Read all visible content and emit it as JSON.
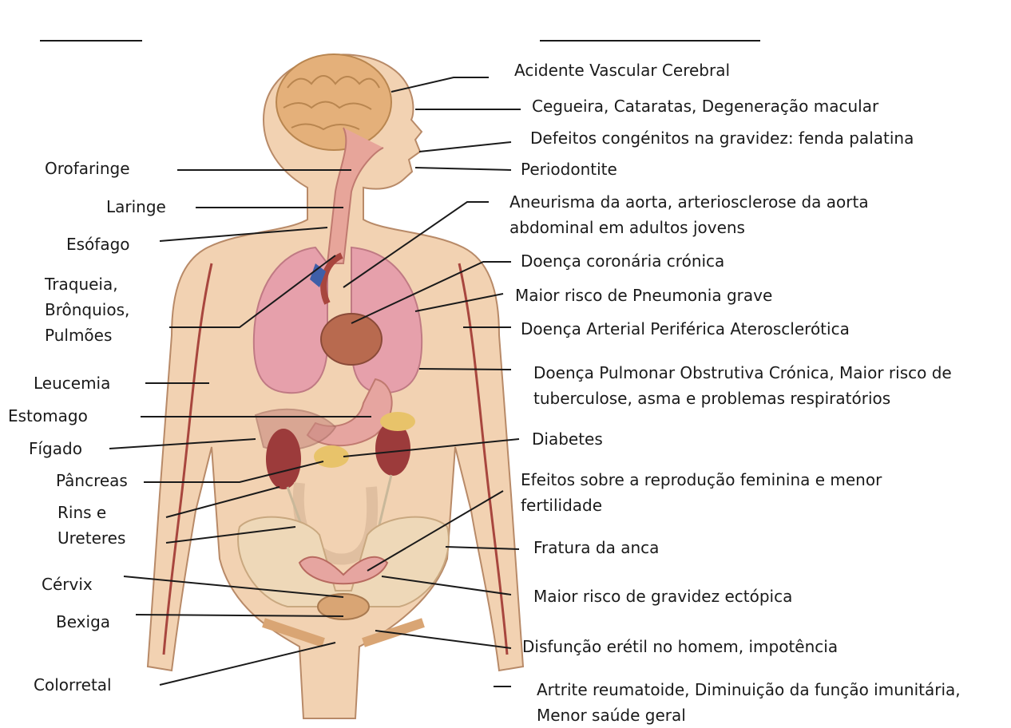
{
  "colors": {
    "skin": "#f2d2b2",
    "skin_edge": "#b88a68",
    "lung": "#e6a0ab",
    "heart": "#b86a4f",
    "kidney": "#9c3b3b",
    "vessel": "#a8463e",
    "bone": "#eed8b8",
    "leader_line": "#1a1a1a"
  },
  "left_labels": [
    {
      "id": "orofaringe",
      "text": "Orofaringe"
    },
    {
      "id": "laringe",
      "text": "Laringe"
    },
    {
      "id": "esofago",
      "text": "Esófago"
    },
    {
      "id": "traqueia",
      "lines": [
        "Traqueia,",
        "Brônquios,",
        "Pulmões"
      ]
    },
    {
      "id": "leucemia",
      "text": "Leucemia"
    },
    {
      "id": "estomago",
      "text": "Estomago"
    },
    {
      "id": "figado",
      "text": "Fígado"
    },
    {
      "id": "pancreas",
      "text": "Pâncreas"
    },
    {
      "id": "rins",
      "lines": [
        "Rins e",
        "Ureteres"
      ]
    },
    {
      "id": "cervix",
      "text": "Cérvix"
    },
    {
      "id": "bexiga",
      "text": "Bexiga"
    },
    {
      "id": "colorretal",
      "text": "Colorretal"
    }
  ],
  "right_labels": [
    {
      "id": "avc",
      "text": "Acidente Vascular Cerebral"
    },
    {
      "id": "cegueira",
      "text": "Cegueira, Cataratas, Degeneração macular"
    },
    {
      "id": "defeitos",
      "text": "Defeitos congénitos na gravidez: fenda palatina"
    },
    {
      "id": "periodontite",
      "text": "Periodontite"
    },
    {
      "id": "aneurisma",
      "lines": [
        "Aneurisma da aorta, arteriosclerose da aorta",
        "abdominal em adultos jovens"
      ]
    },
    {
      "id": "coronaria",
      "text": "Doença coronária crónica"
    },
    {
      "id": "pneumonia",
      "text": "Maior risco de Pneumonia grave"
    },
    {
      "id": "arterial",
      "text": "Doença Arterial Periférica Aterosclerótica"
    },
    {
      "id": "dpoc",
      "lines": [
        "Doença Pulmonar Obstrutiva Crónica, Maior risco de",
        "tuberculose, asma e problemas respiratórios"
      ]
    },
    {
      "id": "diabetes",
      "text": "Diabetes"
    },
    {
      "id": "reproducao",
      "lines": [
        "Efeitos sobre a reprodução feminina e menor",
        "fertilidade"
      ]
    },
    {
      "id": "anca",
      "text": "Fratura da anca"
    },
    {
      "id": "ectopica",
      "text": "Maior risco de gravidez ectópica"
    },
    {
      "id": "eretil",
      "text": "Disfunção erétil no homem, impotência"
    },
    {
      "id": "artrite",
      "lines": [
        "Artrite reumatoide, Diminuição da função imunitária,",
        "Menor saúde geral"
      ]
    }
  ]
}
